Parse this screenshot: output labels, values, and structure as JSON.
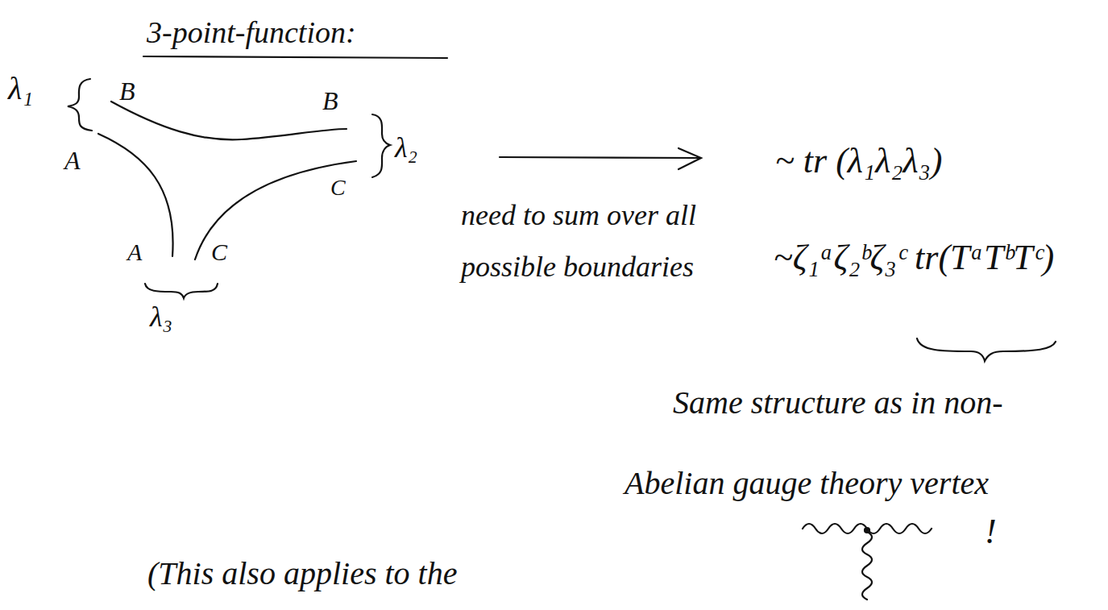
{
  "diagram": {
    "title": "3-point-function:",
    "labels": [
      "λ₁",
      "B",
      "B",
      "A",
      "C",
      "λ₂",
      "A",
      "C",
      "λ₃",
      "need to sum over all possible boundaries",
      "~ tr (λ₁λ₂λ₃)",
      "~ζ₁ᵃζ₂ᵇζ₃ᶜ tr(TᵃTᵇTᶜ)",
      "Same structure as in non-Abelian gauge theory vertex",
      "!",
      "(This also applies to the"
    ]
  }
}
